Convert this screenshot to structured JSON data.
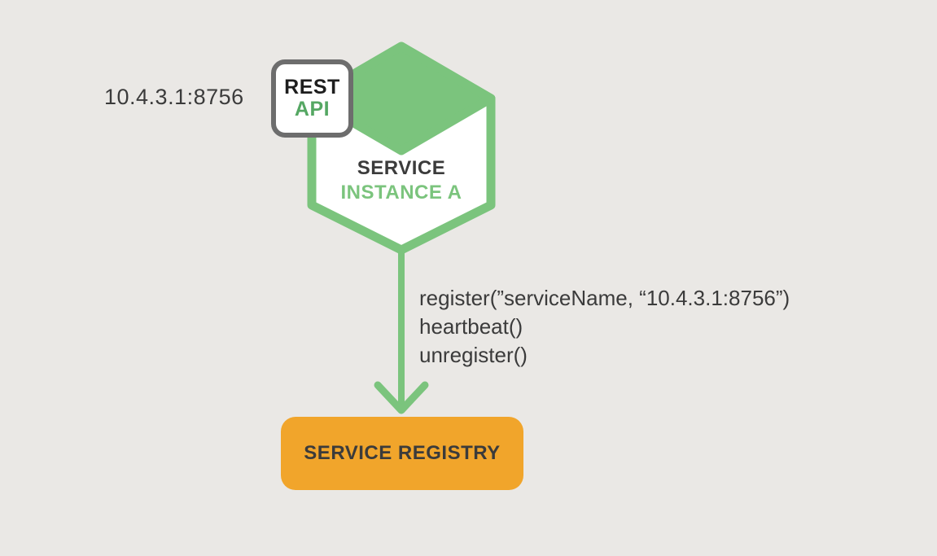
{
  "diagram": {
    "ip_label": "10.4.3.1:8756",
    "badge": {
      "line1": "REST",
      "line2": "API"
    },
    "service_instance": {
      "line1": "SERVICE",
      "line2": "INSTANCE A"
    },
    "calls": [
      "register(”serviceName, “10.4.3.1:8756”)",
      "heartbeat()",
      "unregister()"
    ],
    "registry": {
      "label": "SERVICE REGISTRY"
    },
    "icons": {
      "service_instance_shape": "hexagon",
      "connector": "down-arrow"
    }
  },
  "colors": {
    "background": "#EAE8E5",
    "green": "#7BC47D",
    "green_dark": "#55A763",
    "orange": "#F1A52B",
    "text_dark": "#3B3B3B",
    "text_black": "#1E1E1E",
    "badge_border": "#6D6D6D",
    "white": "#FFFFFF"
  }
}
